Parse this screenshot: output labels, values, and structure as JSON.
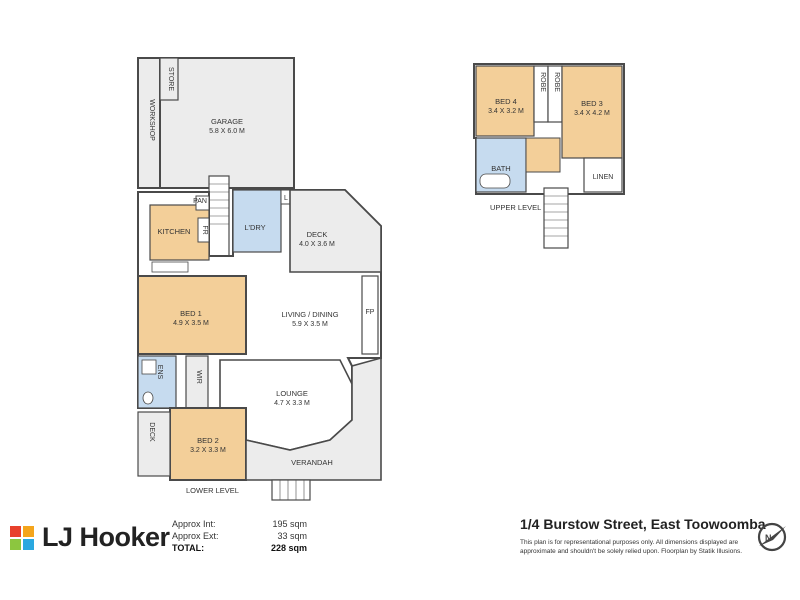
{
  "lower_level": {
    "caption": "LOWER LEVEL",
    "rooms": {
      "workshop": "WORKSHOP",
      "store": "STORE",
      "garage_name": "GARAGE",
      "garage_dim": "5.8 X 6.0 M",
      "pan": "PAN",
      "fr": "FR",
      "l": "L",
      "kitchen": "KITCHEN",
      "ldry": "L'DRY",
      "deck_name": "DECK",
      "deck_dim": "4.0 X 3.6 M",
      "bed1_name": "BED 1",
      "bed1_dim": "4.9 X 3.5 M",
      "living_name": "LIVING / DINING",
      "living_dim": "5.9 X 3.5 M",
      "fp": "FP",
      "ens": "ENS",
      "wir": "WIR",
      "lounge_name": "LOUNGE",
      "lounge_dim": "4.7 X 3.3 M",
      "deck2": "DECK",
      "bed2_name": "BED 2",
      "bed2_dim": "3.2 X 3.3 M",
      "verandah": "VERANDAH"
    }
  },
  "upper_level": {
    "caption": "UPPER LEVEL",
    "rooms": {
      "bed4_name": "BED 4",
      "bed4_dim": "3.4 X 3.2 M",
      "robe1": "ROBE",
      "robe2": "ROBE",
      "bed3_name": "BED 3",
      "bed3_dim": "3.4 X 4.2 M",
      "bath": "BATH",
      "linen": "LINEN"
    }
  },
  "footer": {
    "logo_text": "LJ Hooker",
    "logo_colors": [
      "#e8412c",
      "#f4a51c",
      "#8cc63f",
      "#2aa8e0"
    ],
    "areas": [
      {
        "label": "Approx Int:",
        "value": "195 sqm"
      },
      {
        "label": "Approx Ext:",
        "value": "33 sqm"
      }
    ],
    "total": {
      "label": "TOTAL:",
      "value": "228 sqm"
    },
    "address": "1/4 Burstow Street, East Toowoomba",
    "disclaimer": "This plan is for representational purposes only. All dimensions displayed are approximate and shouldn't be solely relied upon. Floorplan by Statik Illusions.",
    "compass_icon": "north-arrow-icon"
  },
  "colors": {
    "bedroom": "#f3cf99",
    "bathroom": "#c6dbef",
    "floor": "#ffffff",
    "outdoor": "#ececec",
    "wall": "#4a4a4a"
  }
}
